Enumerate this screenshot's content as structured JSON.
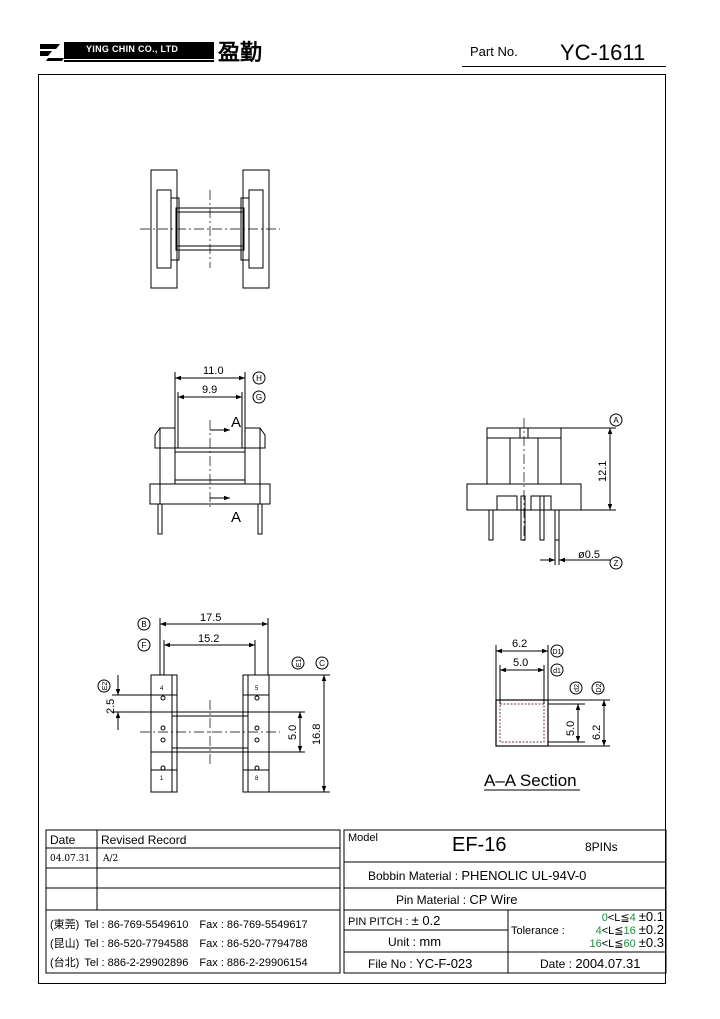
{
  "header": {
    "company_en": "YING CHIN CO., LTD",
    "company_cn": "盈勤",
    "part_no_label": "Part No.",
    "part_no_value": "YC-1611"
  },
  "drawing": {
    "dims": {
      "d11": "11.0",
      "d99": "9.9",
      "d175": "17.5",
      "d152": "15.2",
      "d25": "2.5",
      "d50a": "5.0",
      "d168": "16.8",
      "d121": "12.1",
      "d05": "ø0.5",
      "d62a": "6.2",
      "d50b": "5.0",
      "d50c": "5.0",
      "d62b": "6.2"
    },
    "callouts": {
      "H": "H",
      "G": "G",
      "B": "B",
      "F": "F",
      "C": "C",
      "E1": "E1",
      "E2": "E2",
      "A": "A",
      "Z": "Z",
      "D1": "D1",
      "d1": "d1",
      "d2": "d2",
      "D2": "D2"
    },
    "section_arrows": [
      "A",
      "A"
    ],
    "pin_numbers": [
      "4",
      "1",
      "5",
      "8"
    ],
    "section_title": "A–A Section"
  },
  "revision": {
    "col_date": "Date",
    "col_record": "Revised Record",
    "rows": [
      {
        "date": "04.07.31",
        "record": "A/2"
      },
      {
        "date": "",
        "record": ""
      },
      {
        "date": "",
        "record": ""
      }
    ]
  },
  "contacts": [
    {
      "loc": "(東莞)",
      "tel": "Tel : 86-769-5549610",
      "fax": "Fax : 86-769-5549617"
    },
    {
      "loc": "(昆山)",
      "tel": "Tel : 86-520-7794588",
      "fax": "Fax : 86-520-7794788"
    },
    {
      "loc": "(台北)",
      "tel": "Tel : 886-2-29902896",
      "fax": "Fax : 886-2-29906154"
    }
  ],
  "spec": {
    "model_label": "Model",
    "model_value": "EF-16",
    "pins": "8PINs",
    "bobbin_label": "Bobbin  Material :",
    "bobbin_value": "PHENOLIC UL-94V-0",
    "pin_label": "Pin  Material :",
    "pin_value": "CP Wire",
    "pitch_label": "PIN  PITCH :",
    "pitch_value": "± 0.2",
    "unit_label": "Unit :",
    "unit_value": "mm",
    "file_label": "File  No :",
    "file_value": "YC-F-023",
    "tolerance_label": "Tolerance :",
    "tol_rows": [
      {
        "lo": "0",
        "mid": "<L≦",
        "hi": "4",
        "tol": "±0.1"
      },
      {
        "lo": "4",
        "mid": "<L≦",
        "hi": "16",
        "tol": "±0.2"
      },
      {
        "lo": "16",
        "mid": "<L≦",
        "hi": "60",
        "tol": "±0.3"
      }
    ],
    "date_label": "Date :",
    "date_value": "2004.07.31"
  }
}
